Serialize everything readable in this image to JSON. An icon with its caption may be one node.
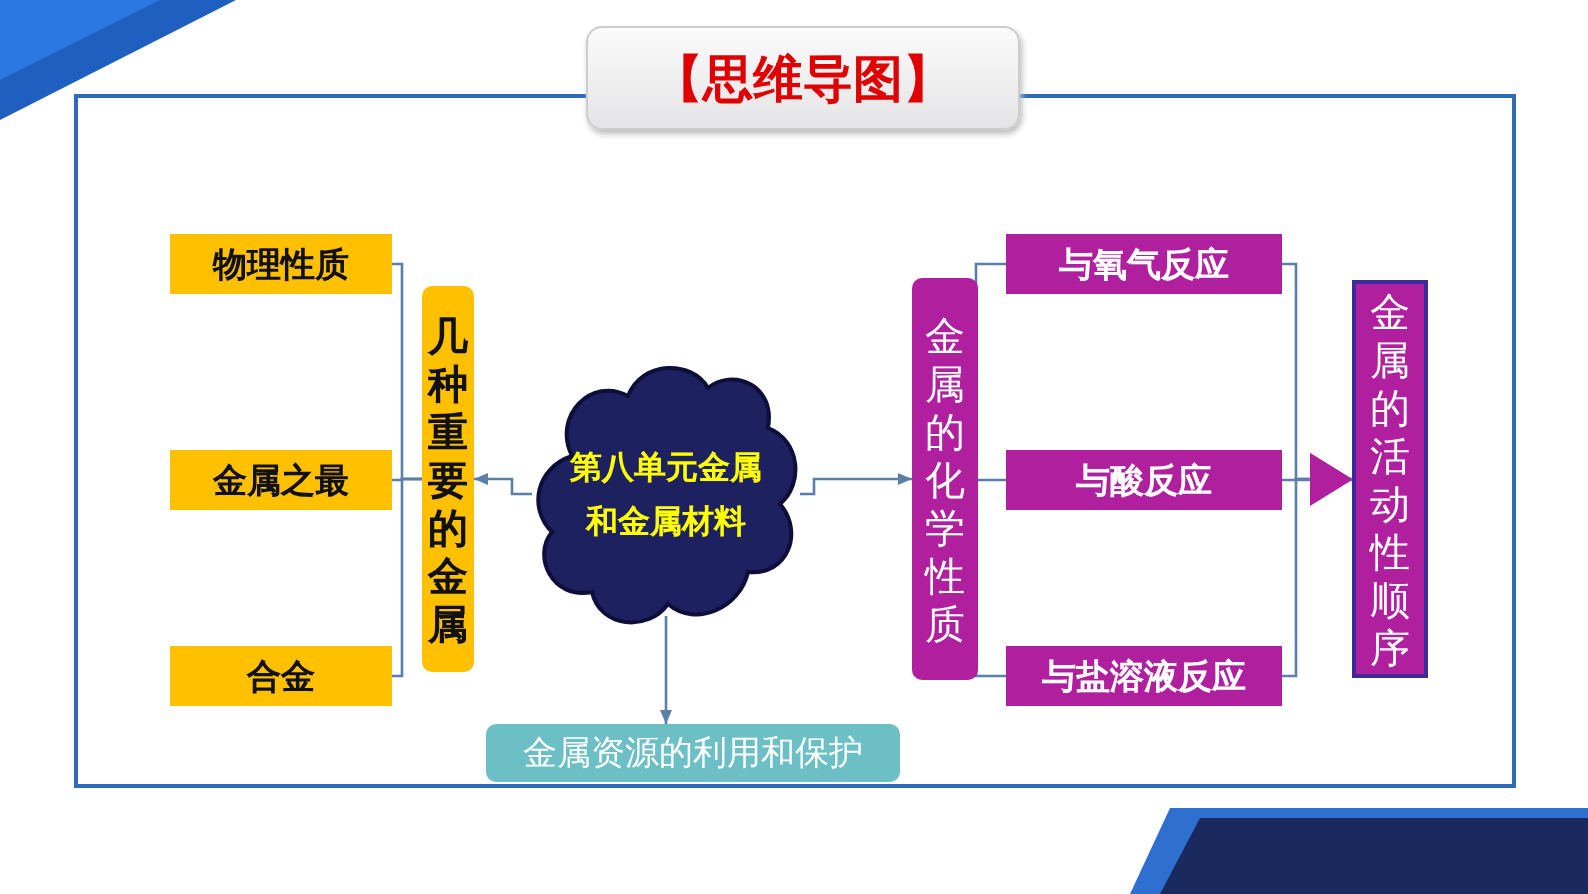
{
  "diagram": {
    "title": "【思维导图】",
    "nodes": [
      {
        "text": [
          "第八单元金属和金属材料"
        ]
      },
      {
        "text": [
          "几种重要的金属"
        ]
      },
      {
        "text": [
          "物理性质"
        ]
      },
      {
        "text": [
          "金属之最"
        ]
      },
      {
        "text": [
          "合金"
        ]
      },
      {
        "text": [
          "金属的化学性质"
        ]
      },
      {
        "text": [
          "与氧气反应"
        ]
      },
      {
        "text": [
          "与酸反应"
        ]
      },
      {
        "text": [
          "与盐溶液反应"
        ]
      },
      {
        "text": [
          "金属的活动性顺序"
        ]
      },
      {
        "text": [
          "金属资源的利用和保护"
        ]
      }
    ],
    "edges": [
      {
        "from": 0,
        "to": 1,
        "arrow": "to"
      },
      {
        "from": 1,
        "to": 2,
        "arrow": "none"
      },
      {
        "from": 1,
        "to": 3,
        "arrow": "none"
      },
      {
        "from": 1,
        "to": 4,
        "arrow": "none"
      },
      {
        "from": 0,
        "to": 5,
        "arrow": "to"
      },
      {
        "from": 5,
        "to": 6,
        "arrow": "none"
      },
      {
        "from": 5,
        "to": 7,
        "arrow": "none"
      },
      {
        "from": 5,
        "to": 8,
        "arrow": "none"
      },
      {
        "from": 6,
        "to": 9,
        "arrow": "to"
      },
      {
        "from": 7,
        "to": 9,
        "arrow": "to"
      },
      {
        "from": 8,
        "to": 9,
        "arrow": "to"
      },
      {
        "from": 0,
        "to": 10,
        "arrow": "to"
      }
    ]
  }
}
